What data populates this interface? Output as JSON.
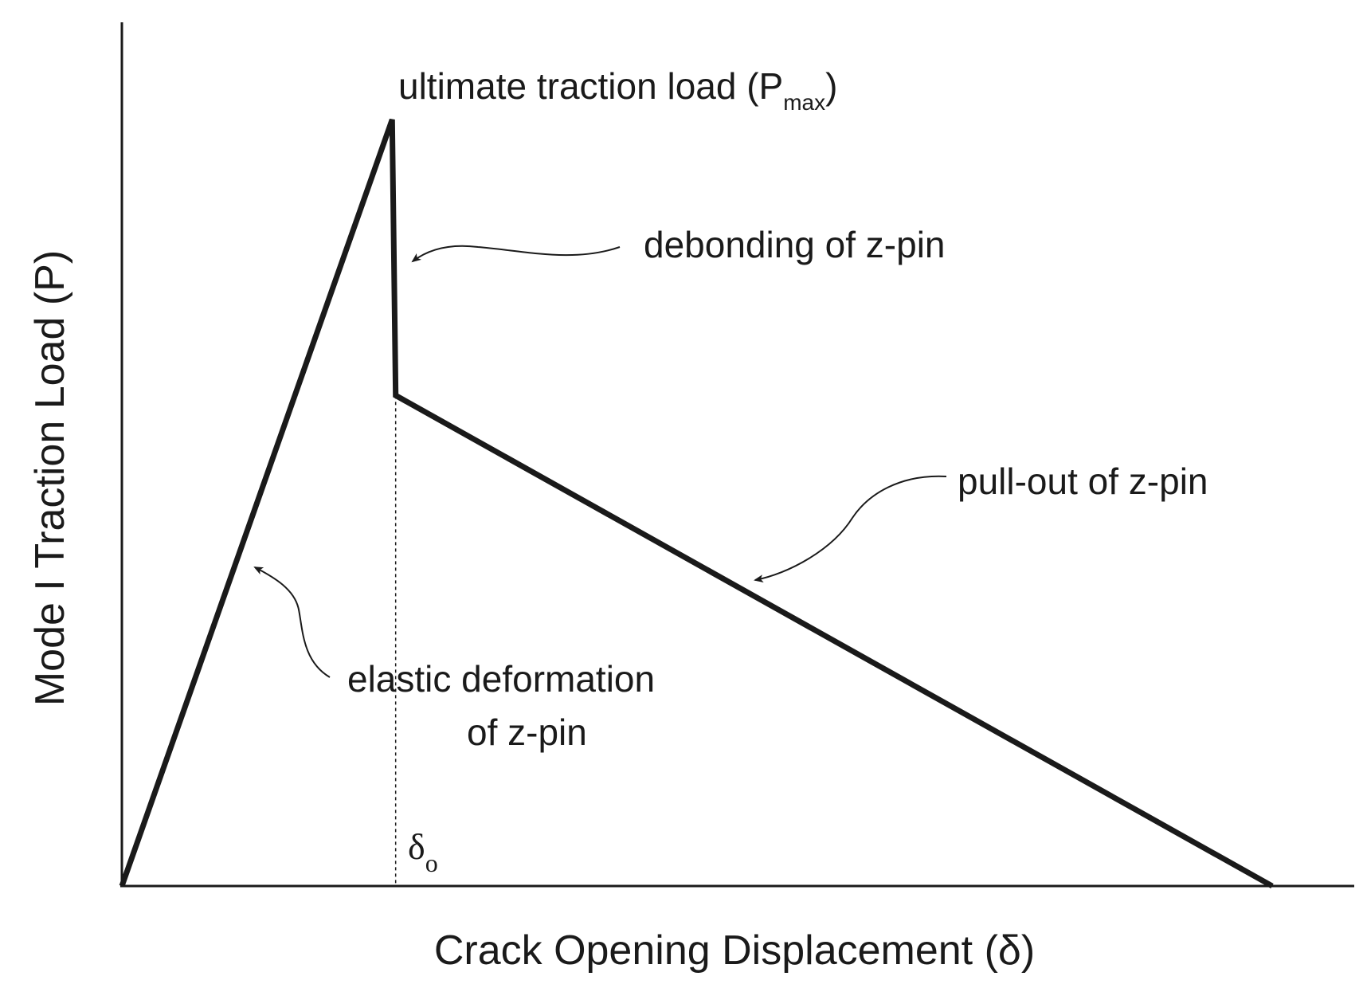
{
  "chart_data": {
    "type": "line",
    "title": "",
    "xlabel": "Crack Opening Displacement (δ)",
    "ylabel": "Mode I Traction Load (P)",
    "xlim": [
      0,
      1.0
    ],
    "ylim": [
      0,
      1.0
    ],
    "grid": false,
    "series": [
      {
        "x": [
          0,
          0.235,
          0.238,
          1.0
        ],
        "y": [
          0,
          1.0,
          0.64,
          0.0
        ]
      }
    ],
    "reference_line": {
      "label_main": "δ",
      "label_sub": "o",
      "x": 0.238
    },
    "annotations": [
      {
        "text": "ultimate traction load (P",
        "subscript": "max",
        "suffix": ")"
      },
      {
        "text": "debonding of z-pin"
      },
      {
        "text": "pull-out of z-pin"
      },
      {
        "lines": [
          "elastic deformation",
          "of z-pin"
        ]
      }
    ]
  }
}
